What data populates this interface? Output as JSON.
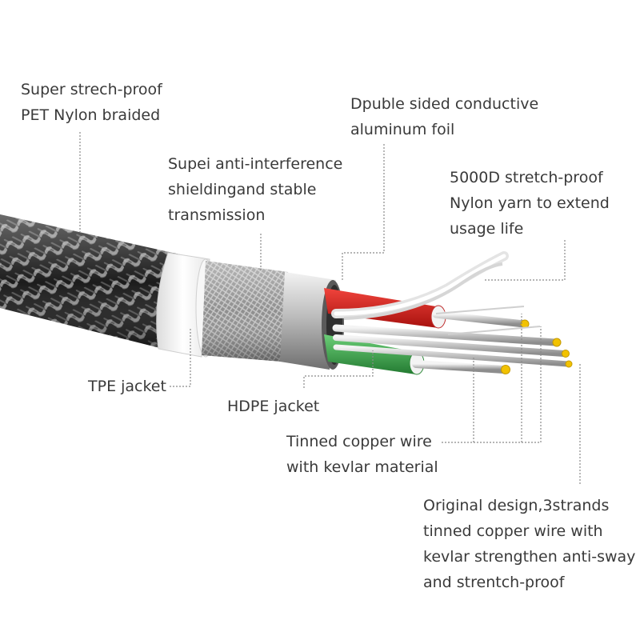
{
  "labels": {
    "braid": {
      "lines": [
        "Super strech-proof",
        "PET Nylon braided"
      ]
    },
    "foil": {
      "lines": [
        "Dpuble sided conductive",
        "aluminum foil"
      ]
    },
    "shield": {
      "lines": [
        "Supei anti-interference",
        "shieldingand stable",
        "transmission"
      ]
    },
    "yarn": {
      "lines": [
        "5000D stretch-proof",
        "Nylon yarn to extend",
        "usage life"
      ]
    },
    "tpe": {
      "lines": [
        "TPE jacket"
      ]
    },
    "hdpe": {
      "lines": [
        "HDPE jacket"
      ]
    },
    "tinned": {
      "lines": [
        "Tinned copper wire",
        "with kevlar material"
      ]
    },
    "original": {
      "lines": [
        "Original design,3strands",
        "tinned copper wire with",
        "kevlar strengthen anti-sway",
        "and strentch-proof"
      ]
    }
  },
  "colors": {
    "braid_dark": "#1c1c1c",
    "braid_light": "#8a8a8a",
    "tpe_white": "#f4f4f4",
    "shield_silver": "#9a9a9a",
    "foil_silver": "#cfcfcf",
    "red_insulation": "#d9231f",
    "green_insulation": "#3ba84a",
    "nylon_yarn": "#eeeeee",
    "copper_tip": "#f2c200",
    "leader_line": "#8a8a8a"
  }
}
